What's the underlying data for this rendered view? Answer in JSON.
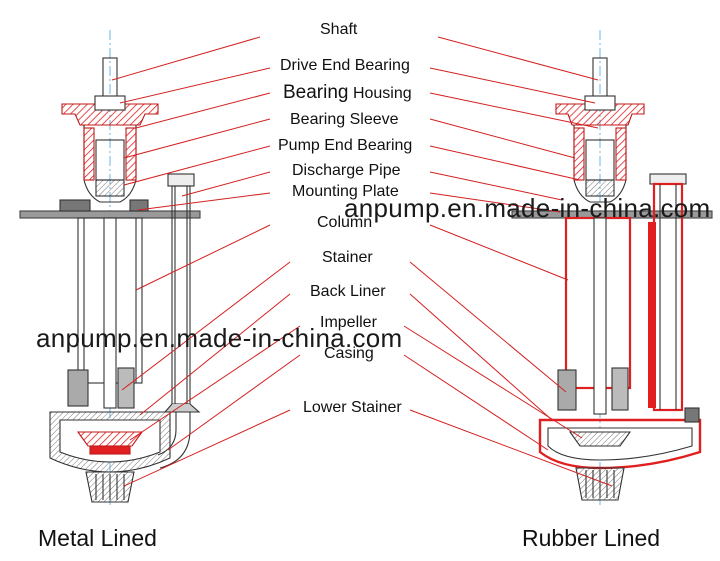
{
  "labels": {
    "shaft": "Shaft",
    "drive_end_bearing": "Drive End Bearing",
    "bearing_housing_a": "Bearing",
    "bearing_housing_b": "Housing",
    "bearing_sleeve": "Bearing Sleeve",
    "pump_end_bearing": "Pump End Bearing",
    "discharge_pipe": "Discharge Pipe",
    "mounting_plate": "Mounting Plate",
    "column": "Column",
    "stainer": "Stainer",
    "back_liner": "Back Liner",
    "impeller": "Impeller",
    "casing": "Casing",
    "lower_stainer": "Lower Stainer"
  },
  "captions": {
    "left": "Metal Lined",
    "right": "Rubber Lined"
  },
  "watermarks": {
    "top": "anpump.en.made-in-china.com",
    "middle": "anpump.en.made-in-china.com"
  },
  "colors": {
    "leader": "#d42020",
    "drawing": "#333333",
    "red_part": "#e02020",
    "centerline": "#4aa3d8",
    "green_weld": "#3a9a3a"
  }
}
